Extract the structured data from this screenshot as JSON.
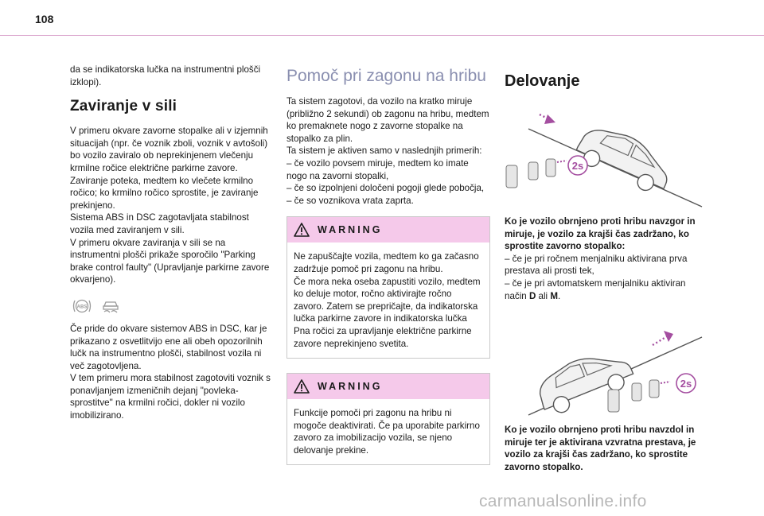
{
  "page_number": "108",
  "col1": {
    "intro": "da se indikatorska lučka na instrumentni plošči izklopi).",
    "heading": "Zaviranje v sili",
    "paragraphs": [
      "V primeru okvare zavorne stopalke ali v izjemnih situacijah (npr. če voznik zboli, voznik v avtošoli) bo vozilo zaviralo ob neprekinjenem vlečenju krmilne ročice električne parkirne zavore.",
      "Zaviranje poteka, medtem ko vlečete krmilno ročico; ko krmilno ročico sprostite, je zaviranje prekinjeno.",
      "Sistema ABS in DSC zagotavljata stabilnost vozila med zaviranjem v sili.",
      "V primeru okvare zaviranja v sili se na instrumentni plošči prikaže sporočilo \"Parking brake control faulty\" (Upravljanje parkirne zavore okvarjeno)."
    ],
    "icons": [
      "abs-icon",
      "dsc-icon"
    ],
    "paragraphs2": [
      "Če pride do okvare sistemov ABS in DSC, kar je prikazano z osvetlitvijo ene ali obeh opozorilnih lučk na instrumentno plošči, stabilnost vozila ni več zagotovljena.",
      "V tem primeru mora stabilnost zagotoviti voznik s ponavljanjem izmeničnih dejanj \"povleka-sprostitve\" na krmilni ročici, dokler ni vozilo imobilizirano."
    ]
  },
  "col2": {
    "heading": "Pomoč pri zagonu na hribu",
    "paragraphs": [
      "Ta sistem zagotovi, da vozilo na kratko miruje (približno 2 sekundi) ob zagonu na hribu, medtem ko premaknete nogo z zavorne stopalke na stopalko za plin.",
      "Ta sistem je aktiven samo v naslednjih primerih:",
      "– če vozilo povsem miruje, medtem ko imate nogo na zavorni stopalki,",
      "– če so izpolnjeni določeni pogoji glede pobočja,",
      "– če so voznikova vrata zaprta."
    ],
    "warning1": {
      "title": "WARNING",
      "lines": [
        "Ne zapuščajte vozila, medtem ko ga začasno zadržuje pomoč pri zagonu na hribu.",
        "Če mora neka oseba zapustiti vozilo, medtem ko deluje motor, ročno aktivirajte ročno zavoro. Zatem se prepričajte, da indikatorska lučka parkirne zavore in indikatorska lučka Pna ročici za upravljanje električne parkirne zavore neprekinjeno svetita."
      ]
    },
    "warning2": {
      "title": "WARNING",
      "lines": [
        "Funkcije pomoči pri zagonu na hribu ni mogoče deaktivirati. Če pa uporabite parkirno zavoro za imobilizacijo vozila, se njeno delovanje prekine."
      ]
    }
  },
  "col3": {
    "heading": "Delovanje",
    "badge": "2s",
    "caption1": {
      "bold": "Ko je vozilo obrnjeno proti hribu navzgor in miruje, je vozilo za krajši čas zadržano, ko sprostite zavorno stopalko:",
      "items": [
        "– če je pri ročnem menjalniku aktivirana prva prestava ali prosti tek,",
        "– če je pri avtomatskem menjalniku aktiviran način "
      ],
      "mode_d": "D",
      "or": " ali ",
      "mode_m": "M",
      "end": "."
    },
    "caption2": "Ko je vozilo obrnjeno proti hribu navzdol in miruje ter je aktivirana vzvratna prestava, je vozilo za krajši čas zadržano, ko sprostite zavorno stopalko."
  },
  "watermark": "carmanualsonline.info",
  "colors": {
    "accent_pink": "#f5c9ea",
    "heading_blue": "#8a8fb0",
    "rule": "#d9a2cb"
  }
}
